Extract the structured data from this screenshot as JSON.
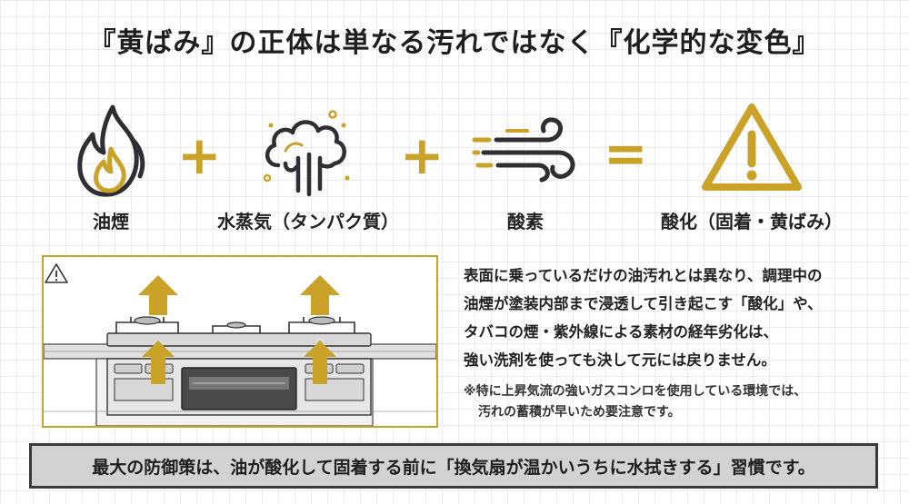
{
  "title": "『黄ばみ』の正体は単なる汚れではなく『化学的な変色』",
  "colors": {
    "accent": "#c9a227",
    "icon_dark": "#2f2f33",
    "banner_bg": "#d2d2d2",
    "banner_border": "#3a3a3a"
  },
  "equation": {
    "items": [
      {
        "icon": "flame-icon",
        "label": "油煙"
      },
      {
        "icon": "steam-icon",
        "label": "水蒸気（タンパク質）"
      },
      {
        "icon": "wind-icon",
        "label": "酸素"
      },
      {
        "icon": "warning-icon",
        "label": "酸化（固着・黄ばみ）"
      }
    ],
    "operators": [
      "+",
      "+",
      "="
    ]
  },
  "diagram": {
    "icon": "warning-icon",
    "arrows_icon": "up-arrow-icon",
    "scene": "gas-stove-icon"
  },
  "body": {
    "lines": [
      "表面に乗っているだけの油汚れとは異なり、調理中の",
      "油煙が塗装内部まで浸透して引き起こす「酸化」や、",
      "タバコの煙・紫外線による素材の経年劣化は、",
      "強い洗剤を使っても決して元には戻りません。"
    ],
    "note_lines": [
      "※特に上昇気流の強いガスコンロを使用している環境では、",
      "汚れの蓄積が早いため要注意です。"
    ]
  },
  "banner": "最大の防御策は、油が酸化して固着する前に「換気扇が温かいうちに水拭きする」習慣です。"
}
